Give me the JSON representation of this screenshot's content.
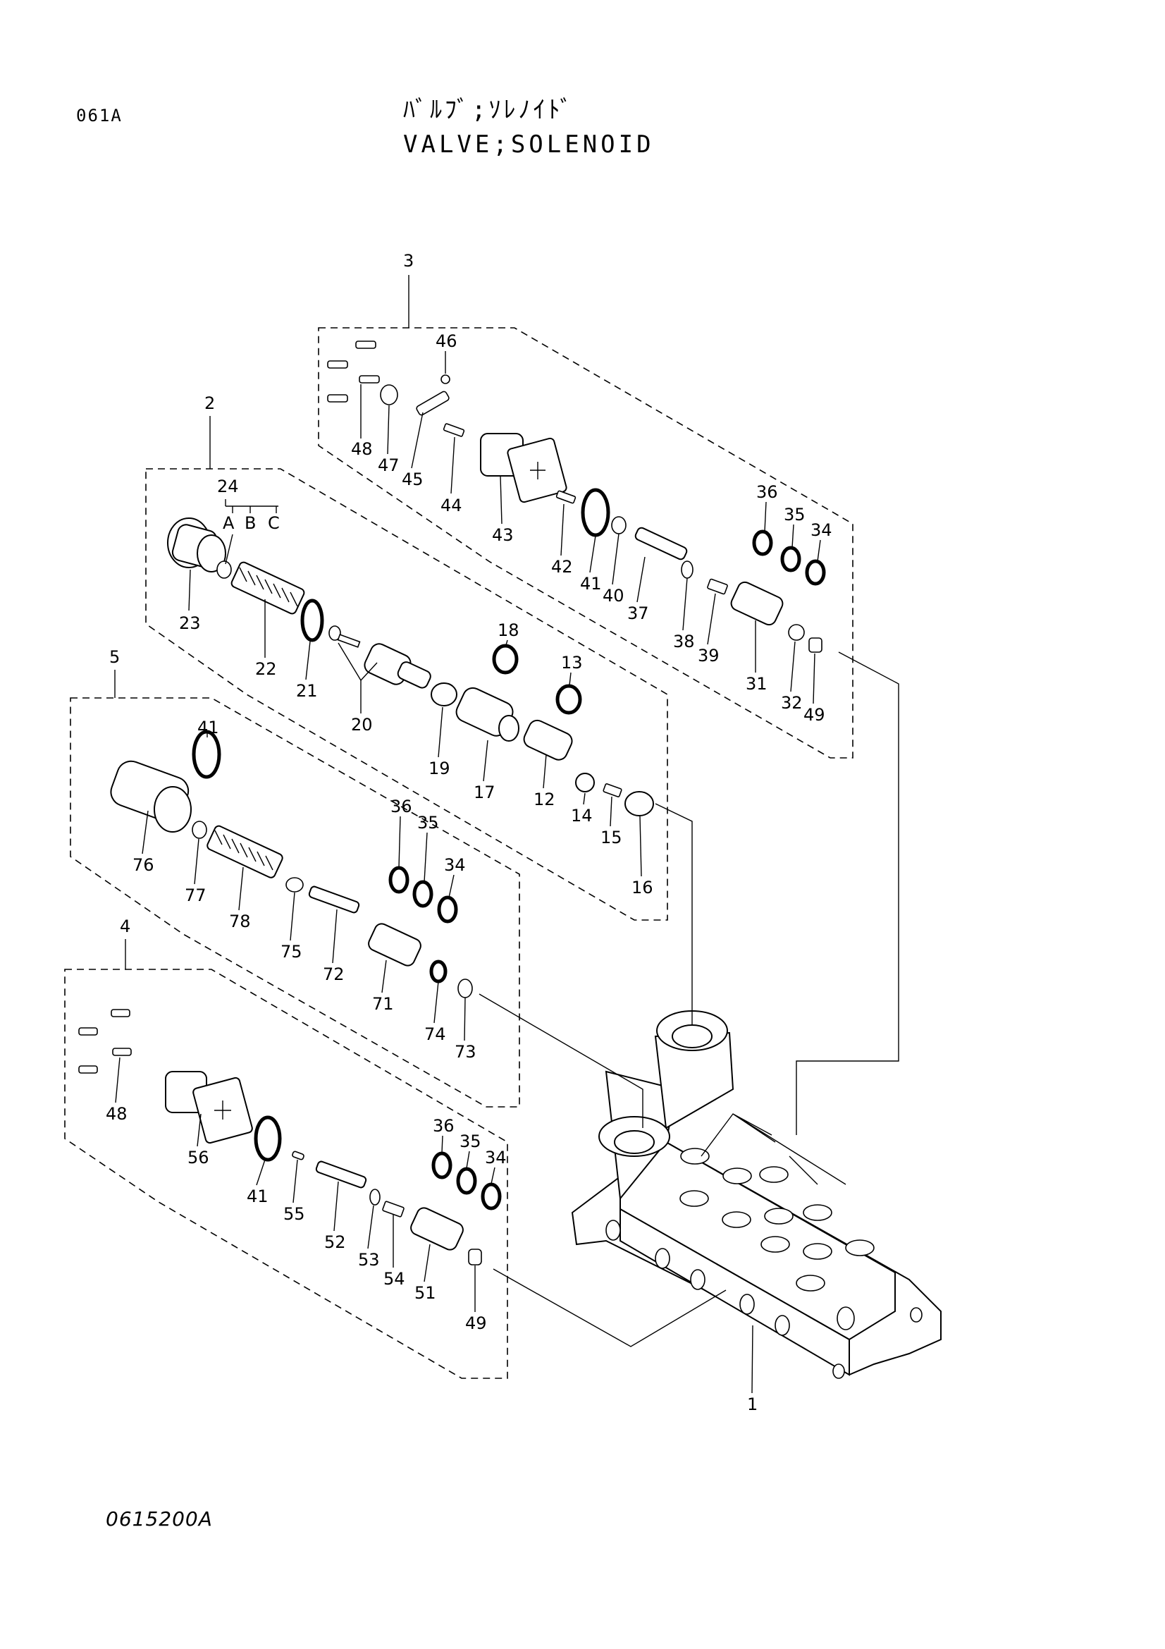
{
  "header": {
    "sheet_code": "061A",
    "title_jp": "ﾊﾞﾙﾌﾞ;ｿﾚﾉｲﾄﾞ",
    "title_en": "VALVE;SOLENOID"
  },
  "footer": {
    "drawing_number": "0615200A"
  },
  "groups": [
    {
      "label": "3"
    },
    {
      "label": "2"
    },
    {
      "label": "5"
    },
    {
      "label": "4"
    }
  ],
  "subgroup_24": {
    "label": "24",
    "letters": [
      "A",
      "B",
      "C"
    ]
  },
  "callouts": [
    "46",
    "48",
    "47",
    "45",
    "44",
    "43",
    "42",
    "41",
    "40",
    "37",
    "38",
    "39",
    "36",
    "35",
    "34",
    "31",
    "32",
    "49",
    "23",
    "22",
    "21",
    "20",
    "19",
    "18",
    "17",
    "13",
    "12",
    "14",
    "15",
    "16",
    "41",
    "76",
    "77",
    "78",
    "75",
    "72",
    "36",
    "35",
    "34",
    "71",
    "74",
    "73",
    "48",
    "56",
    "41",
    "55",
    "52",
    "53",
    "54",
    "36",
    "35",
    "34",
    "51",
    "49",
    "1"
  ]
}
